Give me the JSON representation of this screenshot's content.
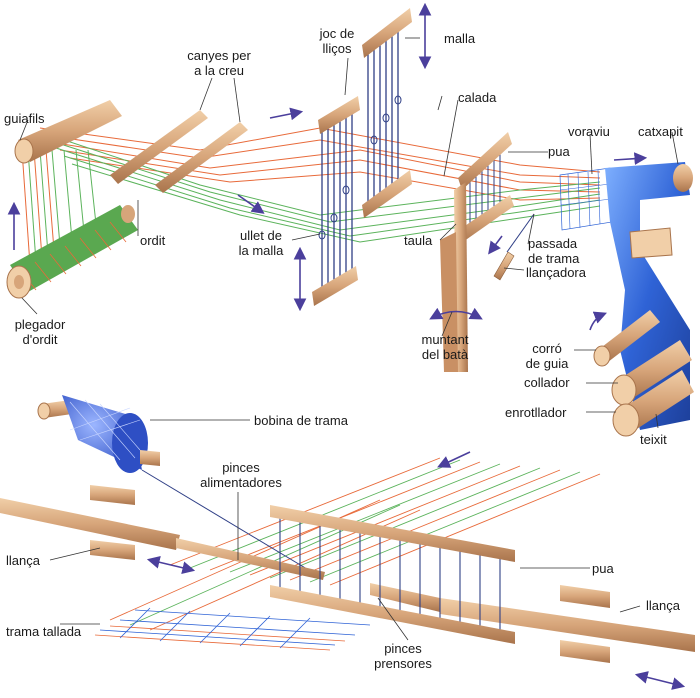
{
  "colors": {
    "wood": "#d7a57a",
    "wood_dark": "#a9744c",
    "warp_red": "#e86a3a",
    "warp_green": "#5bb35b",
    "heddle": "#2f3f86",
    "cloth": "#2f63d6",
    "arrow": "#4b3f9c",
    "text": "#1a1a1a"
  },
  "labels": {
    "guiafils": "guiafils",
    "canyes": [
      "canyes per",
      "a la creu"
    ],
    "joc_de_llicos": [
      "joc de",
      "lliços"
    ],
    "malla": "malla",
    "calada": "calada",
    "pua_top": "pua",
    "voraviu": "voraviu",
    "catxapit": "catxapit",
    "ordit": "ordit",
    "ullet_de_la_malla": [
      "ullet de",
      "la malla"
    ],
    "taula": "taula",
    "passada_de_trama": [
      "passada",
      "de trama"
    ],
    "llancadora": "llançadora",
    "plegador_dordit": [
      "plegador",
      "d'ordit"
    ],
    "muntant_del_bata": [
      "muntant",
      "del batà"
    ],
    "corro_de_guia": [
      "corró",
      "de guia"
    ],
    "collador": "collador",
    "enrotllador": "enrotllador",
    "teixit": "teixit",
    "bobina_de_trama": "bobina de trama",
    "pinces_alimentadores": [
      "pinces",
      "alimentadores"
    ],
    "llanca_left": "llança",
    "pua_bottom": "pua",
    "llanca_right": "llança",
    "trama_tallada": "trama tallada",
    "pinces_prensores": [
      "pinces",
      "prensores"
    ]
  }
}
